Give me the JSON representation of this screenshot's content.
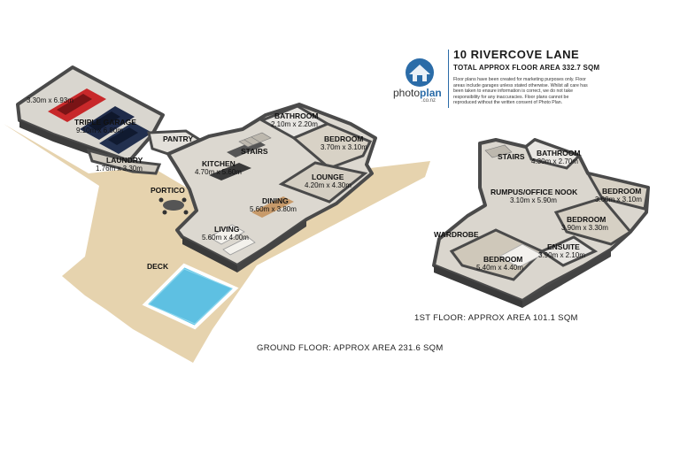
{
  "header": {
    "title": "10 RIVERCOVE LANE",
    "subtitle": "TOTAL APPROX FLOOR AREA 332.7 SQM",
    "disclaimer": "Floor plans have been created for marketing purposes only. Floor areas include garages unless stated otherwise. Whilst all care has been taken to ensure information is correct, we do not take responsibility for any inaccuracies. Floor plans cannot be reproduced without the written consent of Photo Plan."
  },
  "logo": {
    "word_a": "photo",
    "word_b": "plan",
    "suffix": ".co.nz"
  },
  "ground_floor": {
    "caption": "GROUND FLOOR: APPROX AREA 231.6 SQM",
    "rooms": {
      "triple_garage": {
        "name": "TRIPLE GARAGE",
        "dims": "9.10m x 6.80m"
      },
      "garage_extra": {
        "dims": "3.30m x 6.93m"
      },
      "laundry": {
        "name": "LAUNDRY",
        "dims": "1.76m x 3.30m"
      },
      "pantry": {
        "name": "PANTRY"
      },
      "kitchen": {
        "name": "KITCHEN",
        "dims": "4.70m x 5.60m"
      },
      "stairs": {
        "name": "STAIRS"
      },
      "bathroom": {
        "name": "BATHROOM",
        "dims": "2.10m x 2.20m"
      },
      "bedroom": {
        "name": "BEDROOM",
        "dims": "3.70m x 3.10m"
      },
      "lounge": {
        "name": "LOUNGE",
        "dims": "4.20m x 4.30m"
      },
      "dining": {
        "name": "DINING",
        "dims": "5.60m x 3.80m"
      },
      "living": {
        "name": "LIVING",
        "dims": "5.60m x 4.00m"
      },
      "portico": {
        "name": "PORTICO"
      },
      "deck": {
        "name": "DECK"
      }
    }
  },
  "first_floor": {
    "caption": "1ST FLOOR: APPROX AREA 101.1 SQM",
    "rooms": {
      "stairs": {
        "name": "STAIRS"
      },
      "bathroom": {
        "name": "BATHROOM",
        "dims": "4.30m x 2.70m"
      },
      "rumpus": {
        "name": "RUMPUS/OFFICE NOOK",
        "dims": "3.10m x 5.90m"
      },
      "bedroom_a": {
        "name": "BEDROOM",
        "dims": "3.60m x 3.10m"
      },
      "bedroom_b": {
        "name": "BEDROOM",
        "dims": "3.90m x 3.30m"
      },
      "wardrobe": {
        "name": "WARDROBE"
      },
      "ensuite": {
        "name": "ENSUITE",
        "dims": "3.90m x 2.10m"
      },
      "bedroom_main": {
        "name": "BEDROOM",
        "dims": "5.40m x 4.40m"
      }
    }
  },
  "colors": {
    "deck": "#e6d3ae",
    "wall": "#4a4a4a",
    "floor": "#d9d6cf",
    "pool": "#63c6e6",
    "brand_blue": "#2b6ca8"
  }
}
